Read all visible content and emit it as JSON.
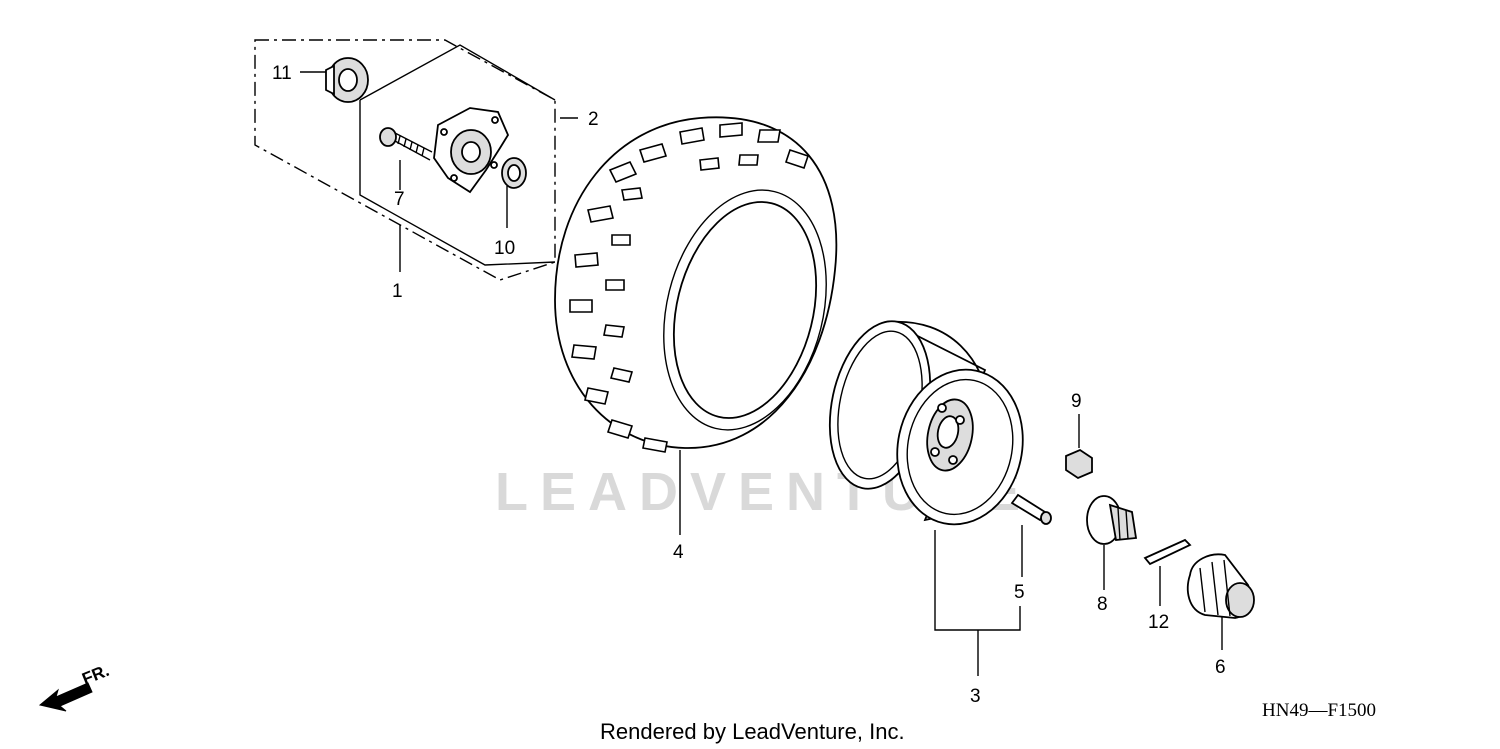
{
  "callouts": {
    "p1": "1",
    "p2": "2",
    "p3": "3",
    "p4": "4",
    "p5": "5",
    "p6": "6",
    "p7": "7",
    "p8": "8",
    "p9": "9",
    "p10": "10",
    "p11": "11",
    "p12": "12"
  },
  "diagram_code": "HN49—F1500",
  "watermark": "LEADVENTURE",
  "credit": "Rendered by LeadVenture, Inc.",
  "direction_label": "FR."
}
